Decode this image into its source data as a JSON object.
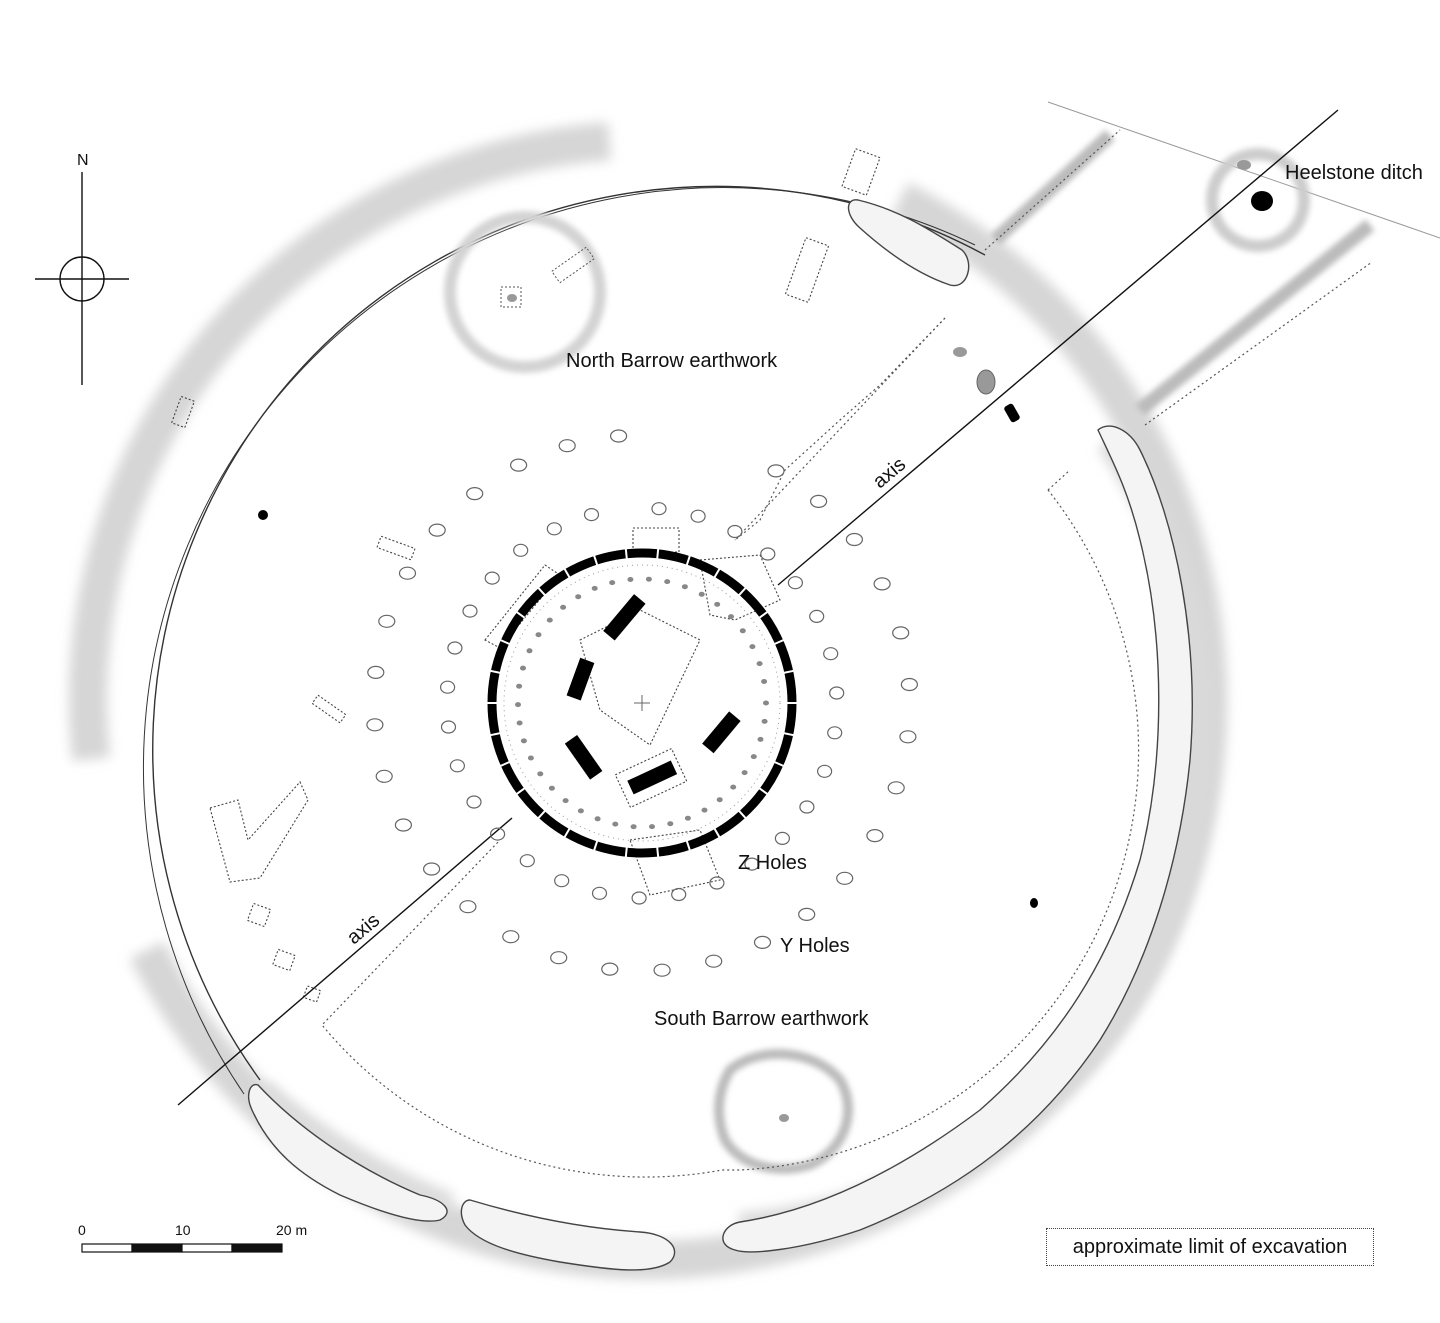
{
  "labels": {
    "north": "N",
    "heelstone_ditch": "Heelstone ditch",
    "north_barrow": "North Barrow earthwork",
    "axis_upper": "axis",
    "axis_lower": "axis",
    "z_holes": "Z Holes",
    "y_holes": "Y Holes",
    "south_barrow": "South Barrow earthwork"
  },
  "scale_bar": {
    "ticks": [
      "0",
      "10",
      "20 m"
    ]
  },
  "legend": {
    "excavation_limit": "approximate limit of excavation"
  },
  "colors": {
    "ink": "#111111",
    "line": "#333333",
    "shade": "#cfcfcf",
    "stone": "#000000",
    "hole": "#888888"
  },
  "icons": {
    "north_arrow": "compass-crosshair-icon"
  }
}
